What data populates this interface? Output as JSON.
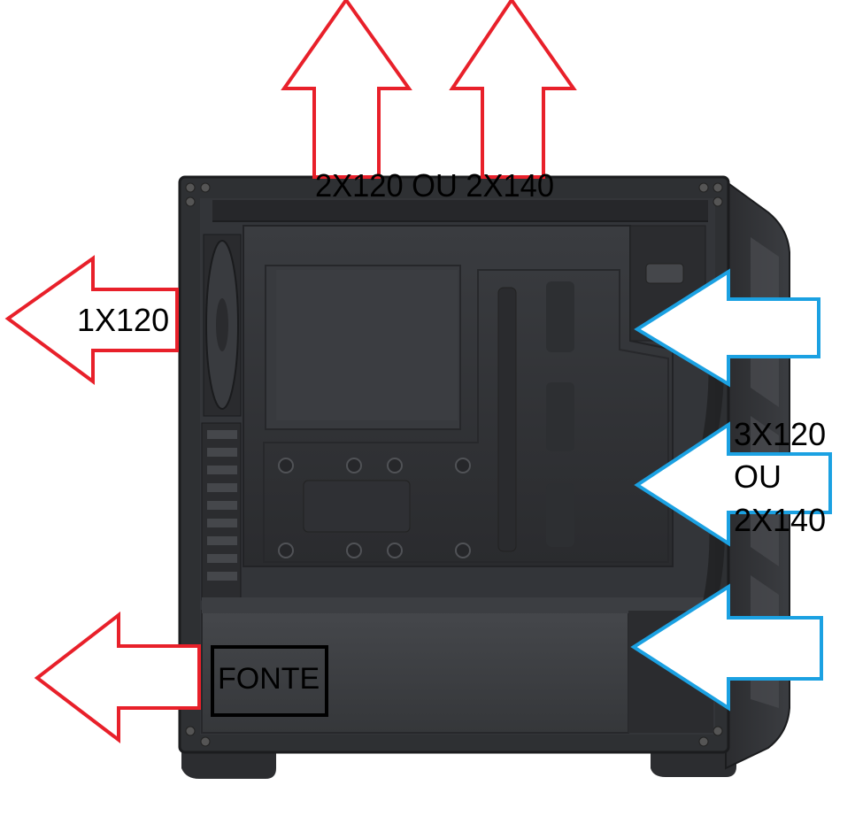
{
  "labels": {
    "top_exhaust": "2X120 OU 2X140",
    "rear_exhaust": "1X120",
    "front_intake_line1": "3X120",
    "front_intake_line2": "OU",
    "front_intake_line3": "2X140",
    "psu": "FONTE"
  },
  "colors": {
    "exhaust_arrow": "#e8202a",
    "intake_arrow": "#1ba1e2",
    "case_body": "#2e3033",
    "case_edge": "#1b1c1e",
    "psu_box_outline": "#000000"
  },
  "arrows": [
    {
      "name": "top-exhaust-arrow-left",
      "direction": "up",
      "kind": "exhaust"
    },
    {
      "name": "top-exhaust-arrow-right",
      "direction": "up",
      "kind": "exhaust"
    },
    {
      "name": "rear-exhaust-arrow",
      "direction": "left",
      "kind": "exhaust"
    },
    {
      "name": "psu-exhaust-arrow",
      "direction": "left",
      "kind": "exhaust"
    },
    {
      "name": "front-intake-arrow-top",
      "direction": "left",
      "kind": "intake"
    },
    {
      "name": "front-intake-arrow-middle",
      "direction": "left",
      "kind": "intake"
    },
    {
      "name": "front-intake-arrow-bottom",
      "direction": "left",
      "kind": "intake"
    }
  ]
}
